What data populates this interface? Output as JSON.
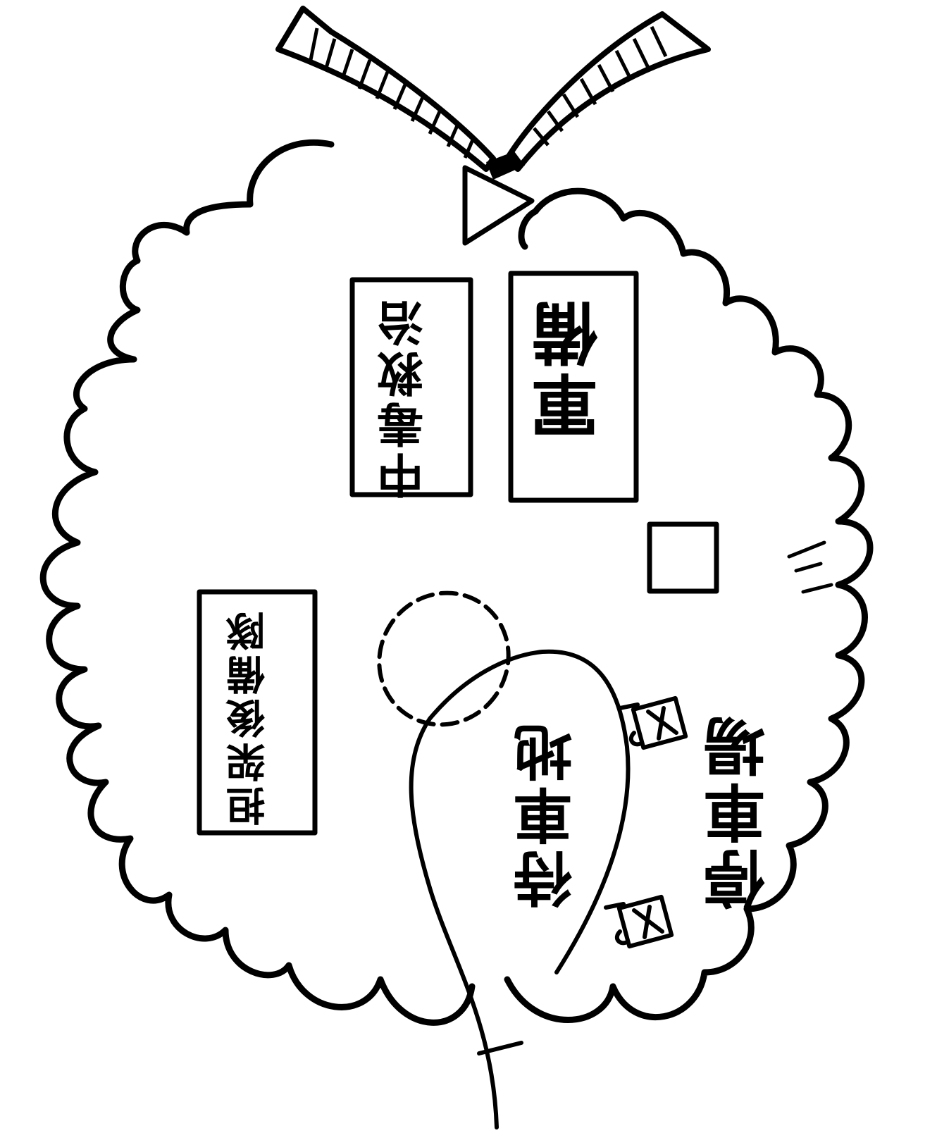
{
  "labels": {
    "reserve_box": "軍備",
    "poison_box": "中毒救治",
    "stretcher_box": "担架後備隊",
    "waiting_area": "待車地",
    "parking": "停車場"
  },
  "icons": [
    "cloud-boundary-outline",
    "entrance-arrow-icon",
    "flag-triangle-icon",
    "ambulance-icon"
  ]
}
